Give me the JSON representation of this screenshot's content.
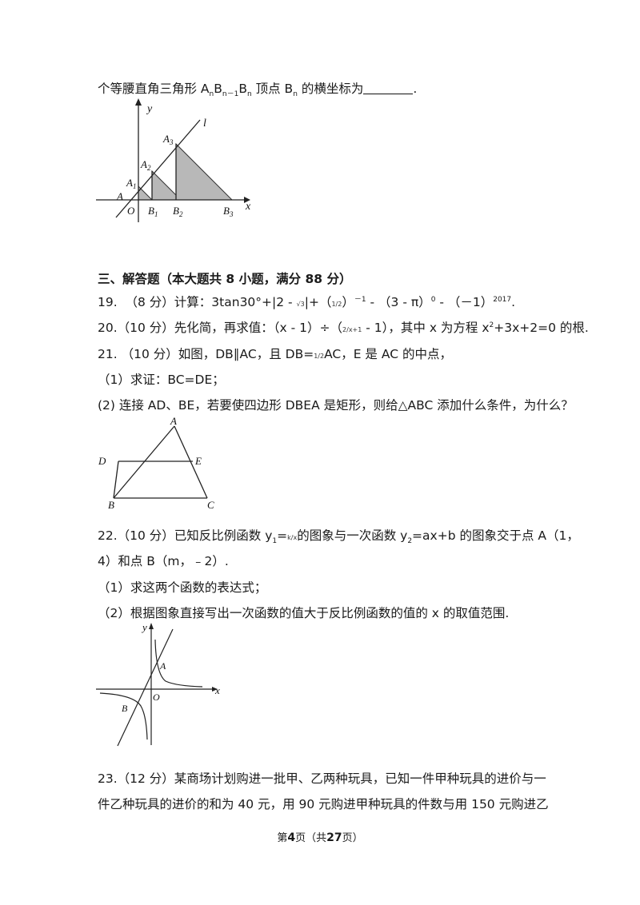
{
  "q18_tail": {
    "prefix": "个等腰直角三角形 A",
    "sub_n": "n",
    "b1": "B",
    "sub_n1": "n－1",
    "b2": "B",
    "sub_n2": "n",
    "mid": " 顶点 B",
    "sub_n3": "n",
    "suffix": " 的横坐标为",
    "end": "."
  },
  "fig1_labels": {
    "y": "y",
    "l": "l",
    "x": "x",
    "O": "O",
    "A": "A",
    "A1": "A",
    "A1s": "1",
    "A2": "A",
    "A2s": "2",
    "A3": "A",
    "A3s": "3",
    "B1": "B",
    "B1s": "1",
    "B2": "B",
    "B2s": "2",
    "B3": "B",
    "B3s": "3"
  },
  "section3": "三、解答题（本大题共 8 小题，满分 88 分）",
  "q19": {
    "num": "19.",
    "pts": "（8 分）计算：3tan30°+",
    "abs": "|2 - ",
    "absfrac": "√3",
    "absend": "|+（",
    "pfrac": "1/2",
    "pexp": "）",
    "exp1": "－1",
    "mid": " - （3 - π）",
    "exp0": "0",
    "mid2": " - （－1）",
    "exp2017": "2017",
    "end": "."
  },
  "q20": {
    "text1": "20.（10 分）先化简，再求值：（x - 1）÷（",
    "frac": "2/x+1",
    "text2": " - 1），其中 x 为方程 x",
    "sup": "2",
    "text3": "+3x+2=0 的根."
  },
  "q21": {
    "line1a": "21.  （10 分）如图，DB∥AC，且 DB=",
    "frac": "1/2",
    "line1b": "AC，E 是 AC 的中点，",
    "part1": "（1）求证：BC=DE；",
    "part2": "(2) 连接 AD、BE，若要使四边形 DBEA 是矩形，则给△ABC 添加什么条件，为什么？"
  },
  "fig2_labels": {
    "A": "A",
    "D": "D",
    "E": "E",
    "B": "B",
    "C": "C"
  },
  "q22": {
    "line1a": "22.（10 分）已知反比例函数 y",
    "s1": "1",
    "eq1": "=",
    "frac": "k/x",
    "line1b": "的图象与一次函数 y",
    "s2": "2",
    "line1c": "=ax+b 的图象交于点 A（1，",
    "line2": "4）和点 B（m，﹣2）.",
    "part1": "（1）求这两个函数的表达式；",
    "part2": "（2）根据图象直接写出一次函数的值大于反比例函数的值的 x 的取值范围."
  },
  "fig3_labels": {
    "y": "y",
    "x": "x",
    "A": "A",
    "O": "O",
    "B": "B"
  },
  "q23": {
    "line1": "23.（12 分）某商场计划购进一批甲、乙两种玩具，已知一件甲种玩具的进价与一",
    "line2": "件乙种玩具的进价的和为 40 元，用 90 元购进甲种玩具的件数与用 150 元购进乙"
  },
  "footer": {
    "pre": "第",
    "page": "4",
    "mid": "页（共",
    "total": "27",
    "post": "页）"
  }
}
